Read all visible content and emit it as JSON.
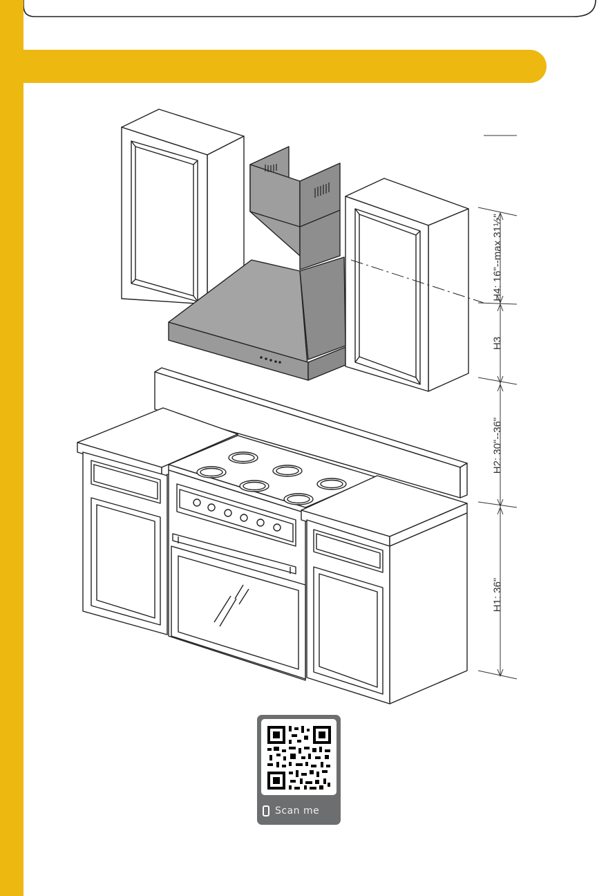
{
  "colors": {
    "accent": "#EDB810",
    "hood": "#999999",
    "line": "#222222",
    "qr_card": "#6D6E70"
  },
  "dimensions": {
    "h4": "H4: 16\"--max 31½\"",
    "h3": "H3",
    "h2": "H2: 30\"--36\"",
    "h1": "H1: 36\""
  },
  "qr": {
    "caption": "Scan me",
    "icon": "phone-icon"
  }
}
